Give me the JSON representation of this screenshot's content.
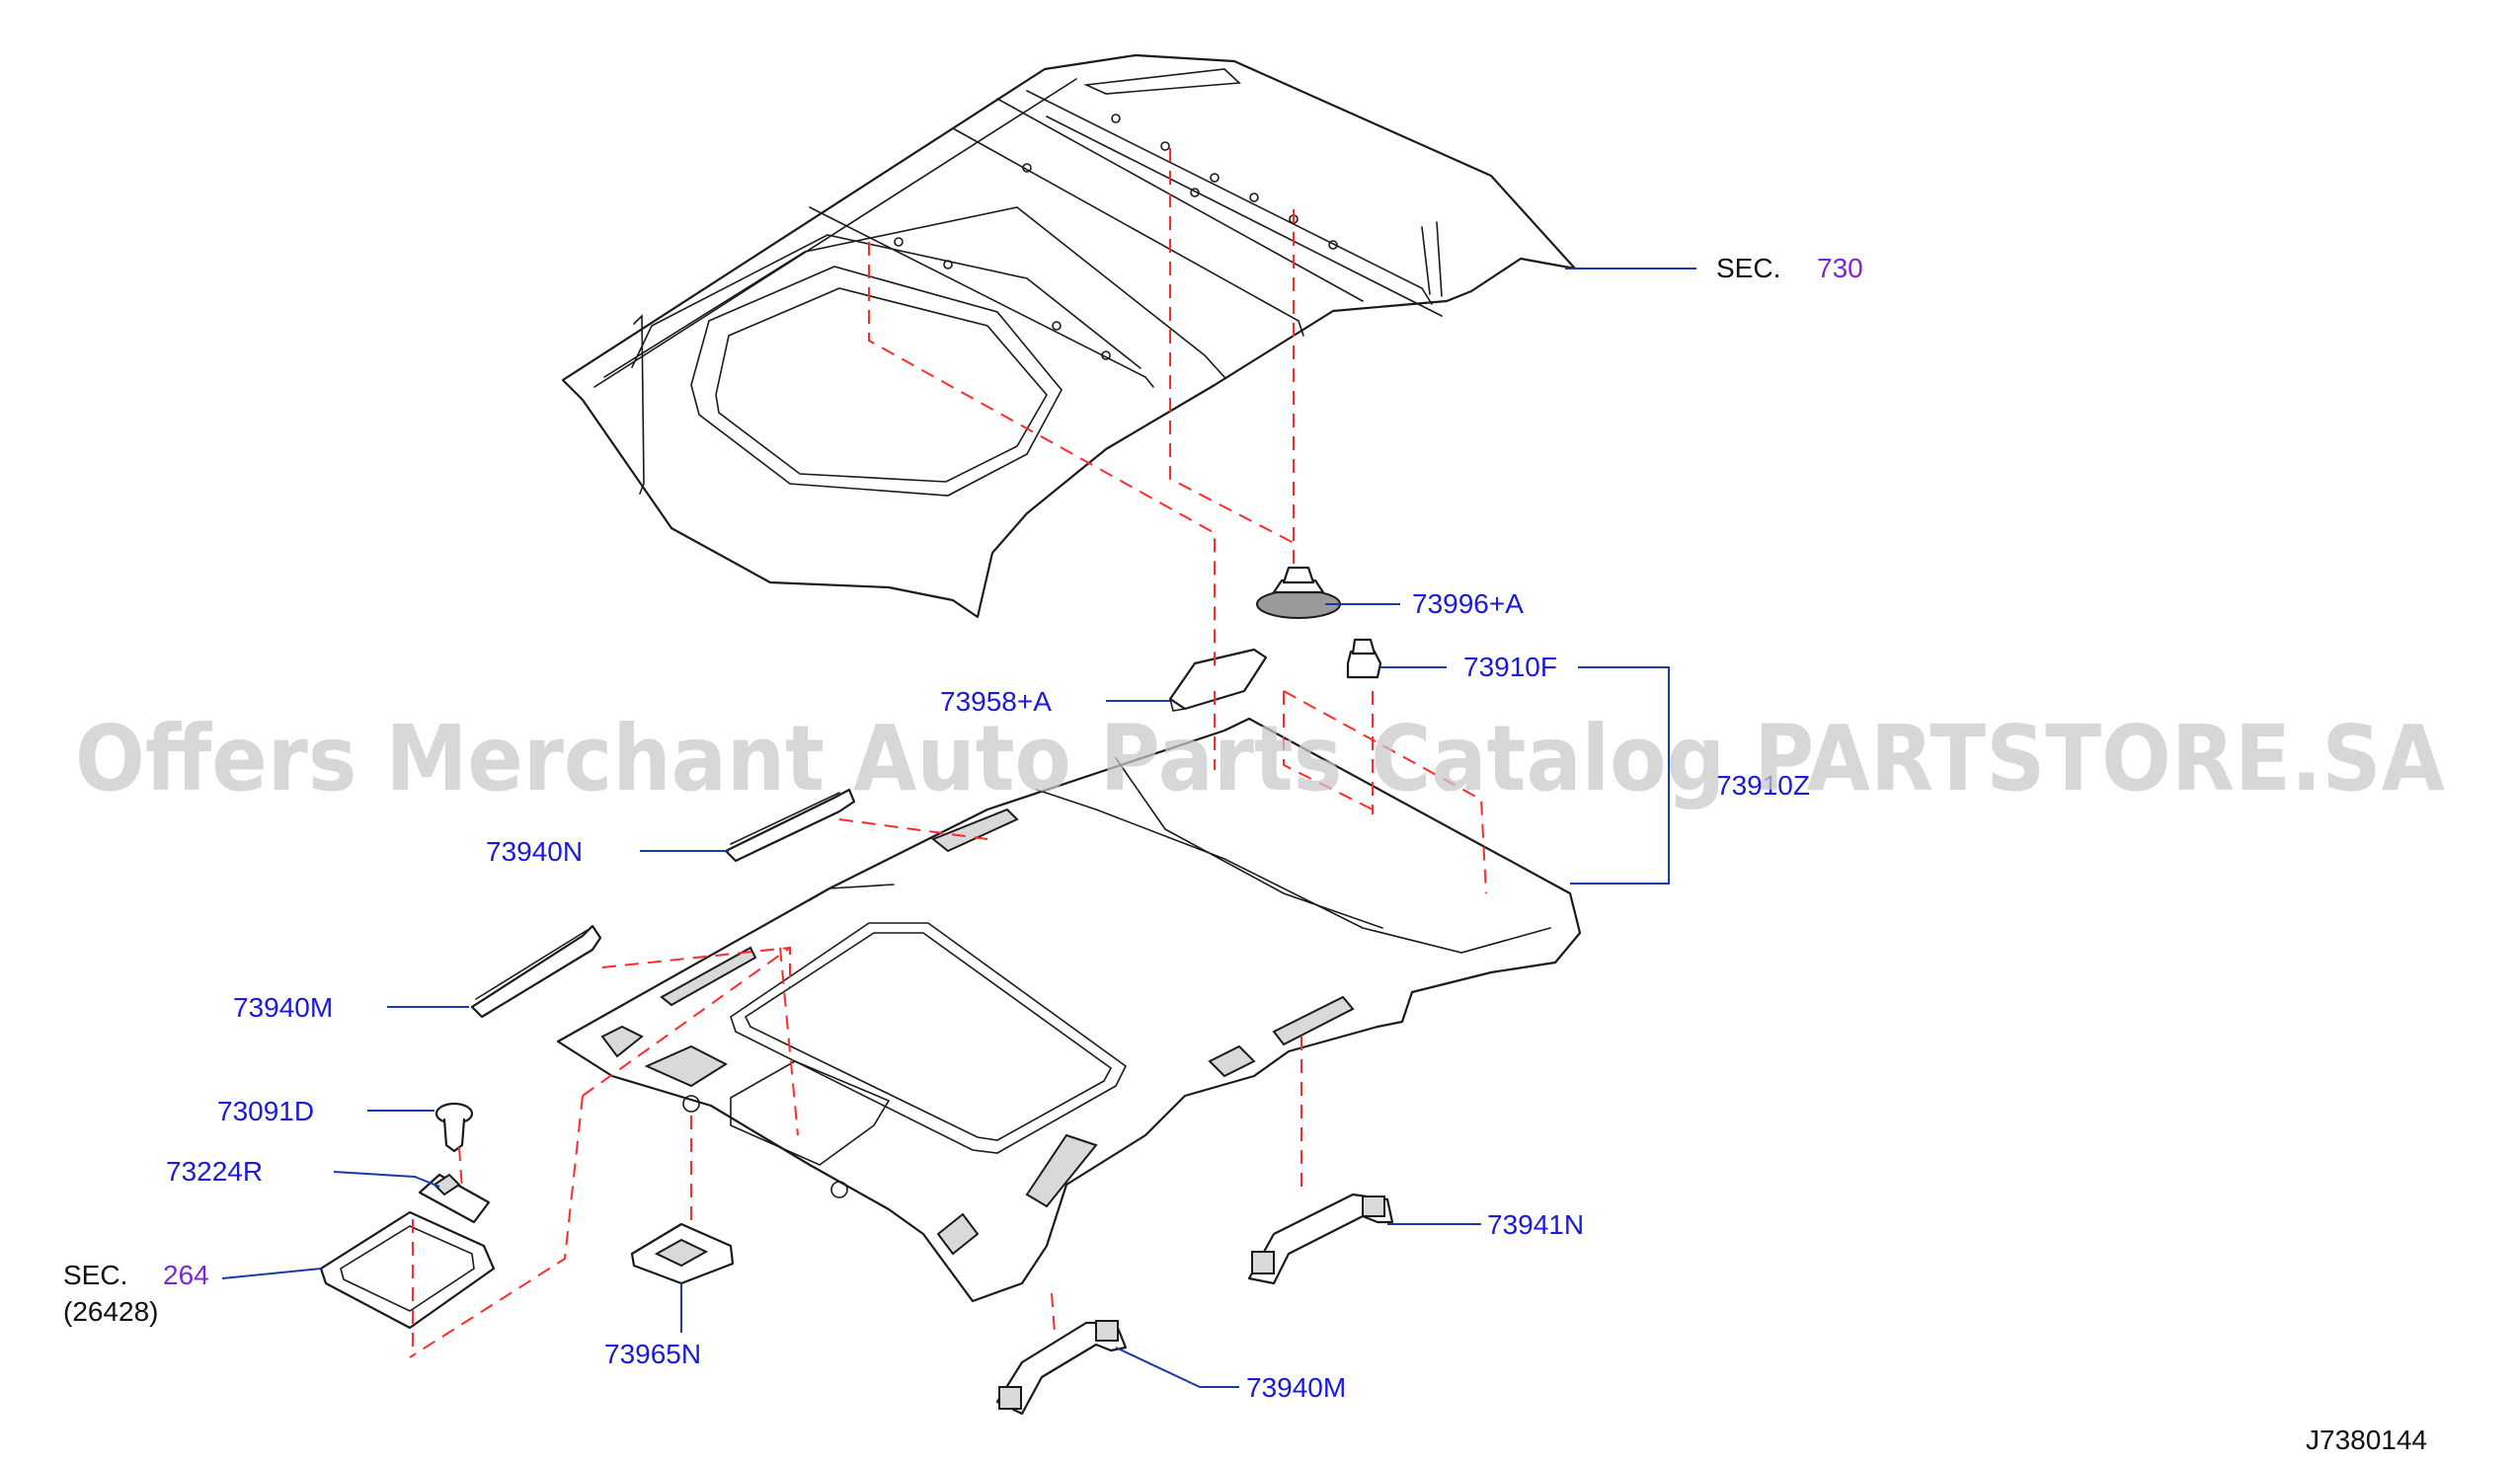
{
  "watermark": "Offers Merchant Auto Parts Catalog PARTSTORE.SA",
  "diagram_id": "J7380144",
  "labels": {
    "sec730_prefix": "SEC.",
    "sec730_ref": "730",
    "p73996A": "73996+A",
    "p73910F": "73910F",
    "p73958A": "73958+A",
    "p73910Z": "73910Z",
    "p73940N": "73940N",
    "p73940M_left": "73940M",
    "p73091D": "73091D",
    "p73224R": "73224R",
    "sec264_prefix": "SEC.",
    "sec264_ref": "264",
    "sec264_sub": "(26428)",
    "p73965N": "73965N",
    "p73941N": "73941N",
    "p73940M_bottom": "73940M"
  },
  "colors": {
    "part_number": "#1a1ad8",
    "section_ref": "#7a28d6",
    "leader_line": "#1a3aa8",
    "hidden_line": "#ff2a2a",
    "outline": "#1a1a1a"
  }
}
